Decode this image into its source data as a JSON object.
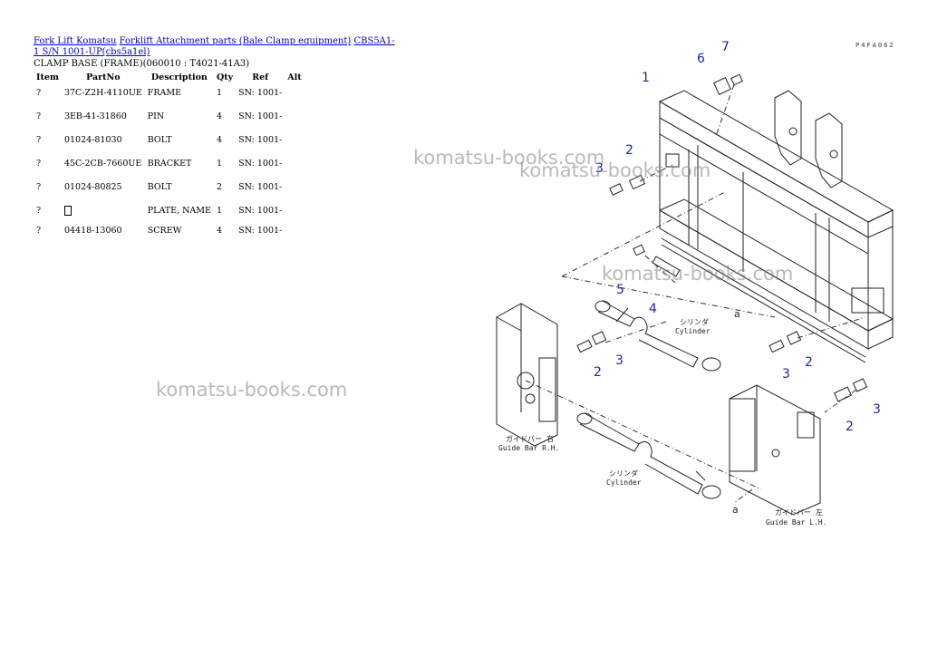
{
  "breadcrumb": {
    "links": [
      "Fork Lift Komatsu",
      "Forklift Attachment parts (Bale Clamp equipment)",
      "CBS5A1-1 S/N 1001-UP(cbs5a1el)"
    ]
  },
  "heading": "CLAMP BASE (FRAME)(060010 : T4021-41A3)",
  "table": {
    "headers": [
      "Item",
      "PartNo",
      "Description",
      "Qty",
      "Ref",
      "Alt"
    ],
    "rows": [
      {
        "item": "?",
        "partno": "37C-Z2H-4110UE",
        "desc": "FRAME",
        "qty": "1",
        "ref": "SN: 1001-"
      },
      {
        "item": "?",
        "partno": "3EB-41-31860",
        "desc": "PIN",
        "qty": "4",
        "ref": "SN: 1001-"
      },
      {
        "item": "?",
        "partno": "01024-81030",
        "desc": "BOLT",
        "qty": "4",
        "ref": "SN: 1001-"
      },
      {
        "item": "?",
        "partno": "45C-2CB-7660UE",
        "desc": "BRACKET",
        "qty": "1",
        "ref": "SN: 1001-"
      },
      {
        "item": "?",
        "partno": "01024-80825",
        "desc": "BOLT",
        "qty": "2",
        "ref": "SN: 1001-"
      },
      {
        "item": "?",
        "partno": "",
        "desc": "PLATE, NAME",
        "qty": "1",
        "ref": "SN: 1001-"
      },
      {
        "item": "?",
        "partno": "04418-13060",
        "desc": "SCREW",
        "qty": "4",
        "ref": "SN: 1001-"
      }
    ]
  },
  "diagram": {
    "ref_code": "P4FA062",
    "callouts": [
      "1",
      "2",
      "3",
      "4",
      "5",
      "6",
      "7",
      "2",
      "3",
      "2",
      "3",
      "2",
      "3"
    ],
    "labels": {
      "cylinder_jp": "シリンダ",
      "cylinder_en": "Cylinder",
      "guide_rh_jp": "ガイドバー 右",
      "guide_rh_en": "Guide Bar R.H.",
      "guide_lh_jp": "ガイドバー 左",
      "guide_lh_en": "Guide Bar L.H.",
      "a": "a"
    }
  },
  "watermark": "komatsu-books.com"
}
